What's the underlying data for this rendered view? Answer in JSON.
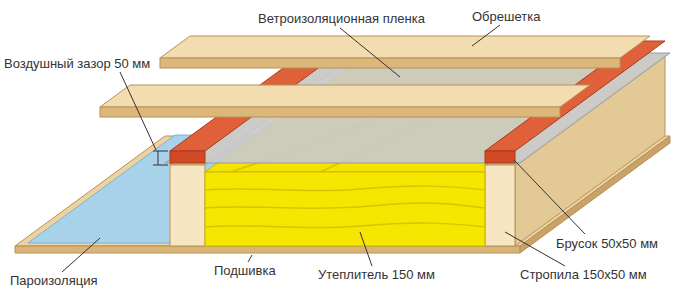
{
  "diagram": {
    "labels": [
      "Ветроизоляционная пленка",
      "Обрешетка",
      "Воздушный зазор 50 мм",
      "Брусок 50х50 мм",
      "Пароизоляция",
      "Подшивка",
      "Утеплитель 150 мм",
      "Стропила 150х50 мм"
    ]
  }
}
